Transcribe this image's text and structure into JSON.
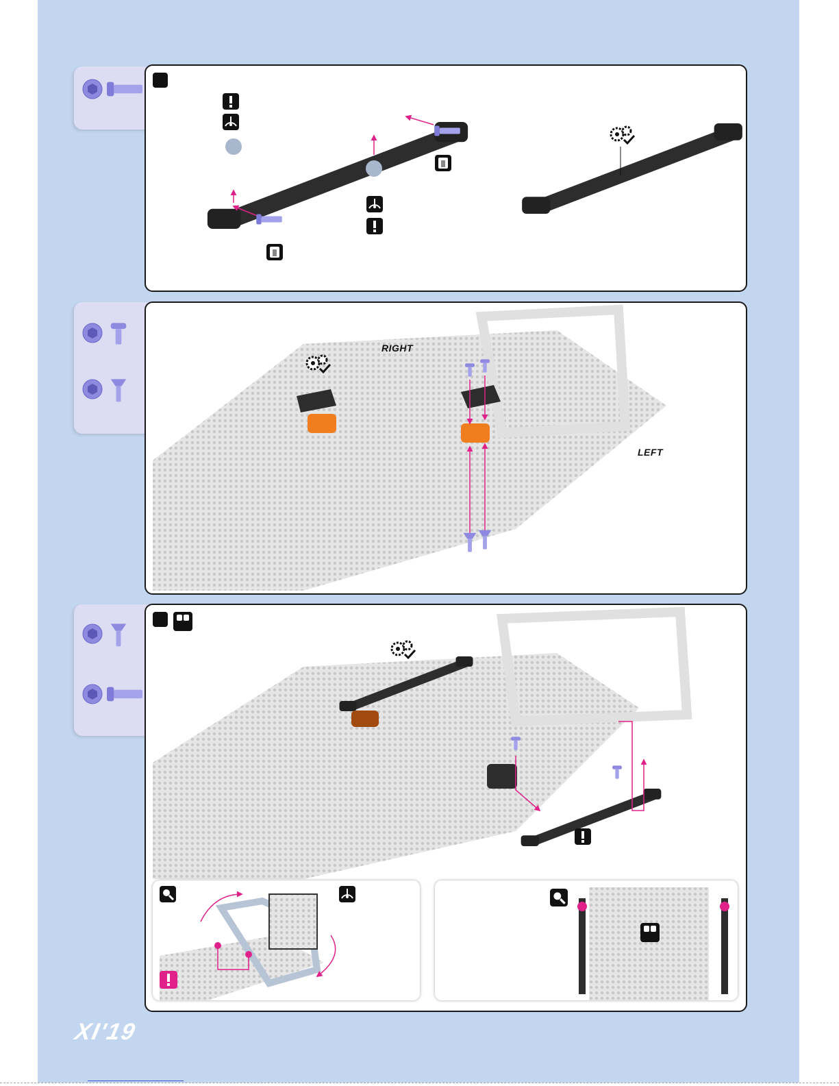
{
  "steps": [
    {
      "hardware": [
        "button-head-screw",
        "ball-stud"
      ],
      "icons": [
        "warning-icon",
        "orientation-icon",
        "ball-stud-icon",
        "thread-lock-icon",
        "assembled-check-icon"
      ]
    },
    {
      "hardware": [
        "button-head-screw-short",
        "countersunk-screw"
      ],
      "side_labels": {
        "right": "RIGHT",
        "left": "LEFT"
      },
      "icons": [
        "assembled-check-icon"
      ]
    },
    {
      "hardware": [
        "countersunk-screw",
        "button-head-screw"
      ],
      "icons": [
        "both-sides-icon",
        "assembled-check-icon",
        "warning-icon",
        "zoom-icon",
        "orientation-icon",
        "warning-icon-pink",
        "zoom-icon",
        "both-sides-icon"
      ]
    }
  ],
  "colors": {
    "page": "#c3d6f0",
    "tab": "#dcdcf3",
    "screw": "#9b98e6",
    "spacer": "#f07d1e",
    "arrow": "#e0218a",
    "carbon": "#2d2d2d",
    "chassis_ghost": "#d9d9d9"
  },
  "both_sides": "L=R",
  "logo": "XI'19"
}
